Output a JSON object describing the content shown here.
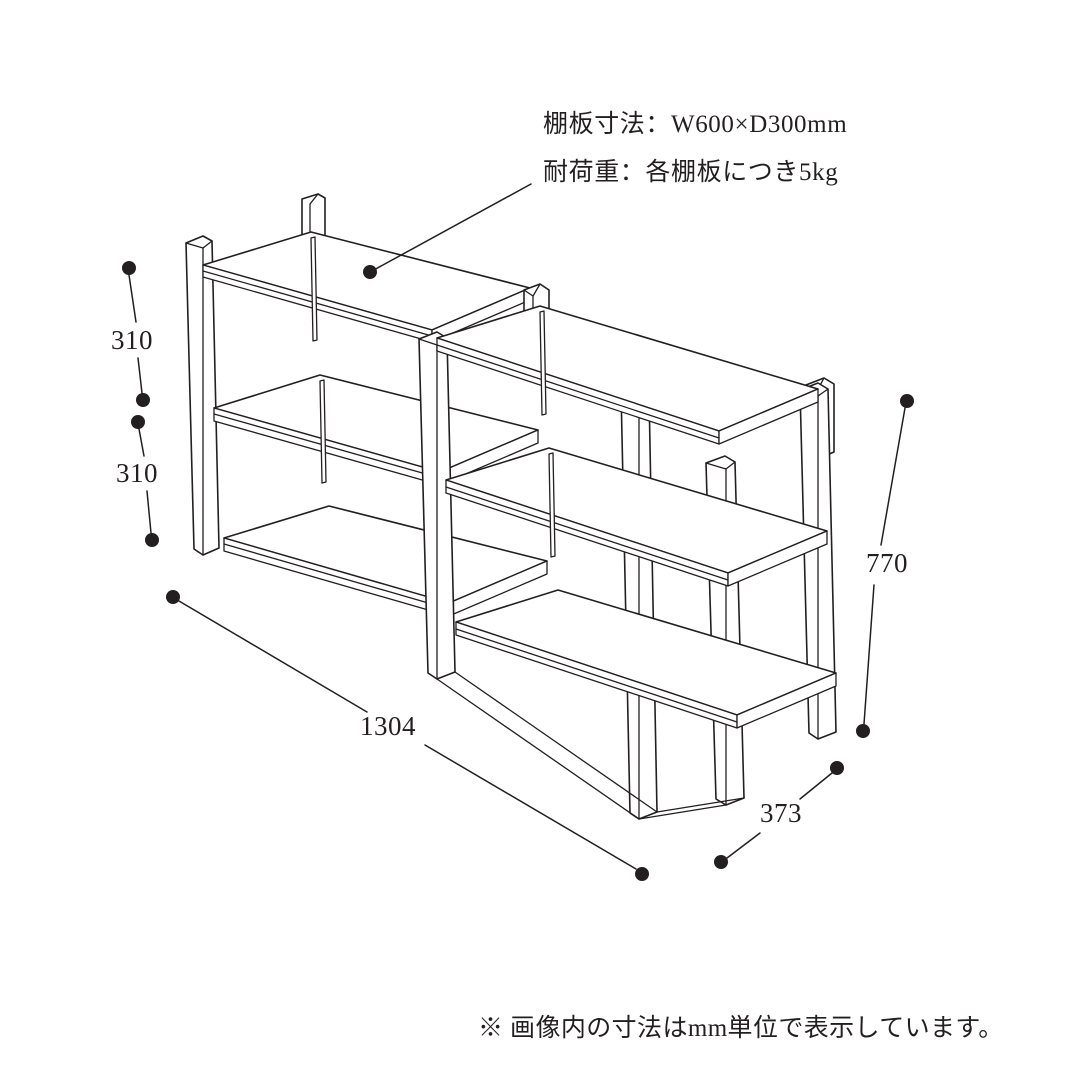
{
  "drawing": {
    "type": "technical-isometric-line-drawing",
    "subject": "2-bay 3-tier open shelf unit",
    "background_color": "#ffffff",
    "line_color": "#231f20"
  },
  "specs": {
    "shelf_board_size_label": "棚板寸法：W600×D300mm",
    "load_capacity_label": "耐荷重：各棚板につき5kg"
  },
  "dimensions": {
    "tier_height_upper": "310",
    "tier_height_lower": "310",
    "total_width": "1304",
    "total_depth": "373",
    "total_height": "770"
  },
  "footnote": {
    "text": "※ 画像内の寸法はmm単位で表示しています。"
  },
  "units": {
    "system": "mm"
  }
}
